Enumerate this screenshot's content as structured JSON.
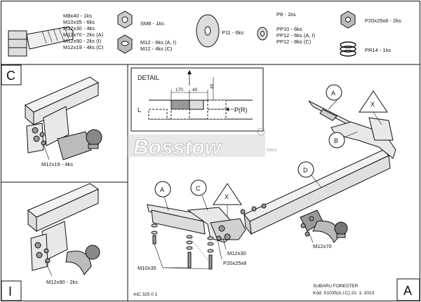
{
  "header": {
    "bolt_list": [
      "M8x40 - 1ks",
      "M10x35 - 6ks",
      "M12x30 - 4ks",
      "M12x70 - 2ks (A)",
      "M12x90 - 2ks (I)",
      "M12x19 - 4ks (C)"
    ],
    "sm8": "SM8 - 1ks",
    "m12_list": [
      "M12 - 6ks (A, I)",
      "M12 - 4ks (C)"
    ],
    "p11": "P11 - 6ks",
    "p8_list": [
      "P8 - 1ks",
      "PP10 - 6ks",
      "PP12 - 6ks (A, I)",
      "PP12 - 8ks (C)"
    ],
    "p20": "P20x25x8 - 2ks",
    "pr14": "PR14 - 1ks"
  },
  "panel_c": {
    "letter": "C",
    "bolt_label": "M12x19 - 4ks"
  },
  "panel_i": {
    "letter": "I",
    "bolt_label": "M12x90 - 2ks"
  },
  "detail": {
    "title": "DETAIL",
    "dim1": "170",
    "dim2": "40",
    "dim3": "45",
    "l_label": "L",
    "pr_label": "P(R)"
  },
  "watermark": {
    "main": "Bosstow",
    "sub": "bars"
  },
  "main": {
    "callouts": {
      "a1": "A",
      "b": "B",
      "x1": "X",
      "d": "D",
      "a2": "A",
      "c": "C",
      "x2": "X"
    },
    "labels": {
      "m12x70": "M12x70",
      "m12x30": "M12x30",
      "p20": "P20x25x8",
      "m10x35": "M10x35"
    }
  },
  "footer": {
    "code": "AIC 325 0 1",
    "model": "SUBARU FORESTER",
    "kod": "Kód: S1035(A.I.C)  21. 1. 2013",
    "page_letter": "A"
  }
}
